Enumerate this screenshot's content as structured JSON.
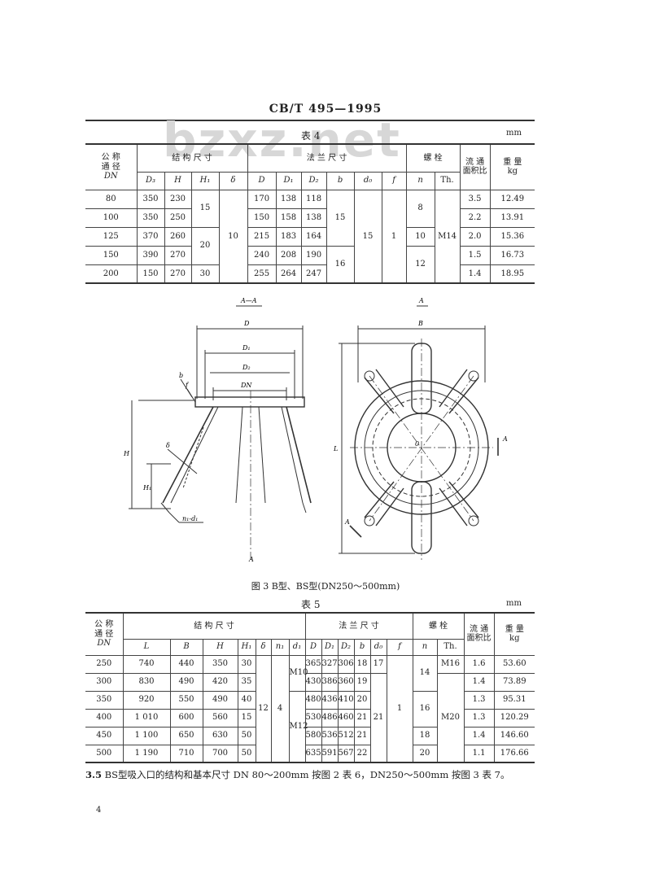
{
  "header": {
    "doc_code": "CB/T 495—1995"
  },
  "watermark": "bzxz.net",
  "table4": {
    "caption": "表 4",
    "unit": "mm",
    "head": {
      "dn1": "公 称",
      "dn2": "通 径",
      "dn3": "DN",
      "struct": "结 构 尺 寸",
      "flange": "法 兰 尺 寸",
      "bolt": "螺 栓",
      "flow1": "流 通",
      "flow2": "面积比",
      "weight1": "重 量",
      "weight2": "kg",
      "cols": {
        "D3": "D₃",
        "H": "H",
        "H1": "H₁",
        "delta": "δ",
        "D": "D",
        "D1": "D₁",
        "D2": "D₂",
        "b": "b",
        "d0": "d₀",
        "f": "f",
        "n": "n",
        "th": "Th."
      }
    },
    "rows": [
      {
        "dn": "80",
        "D3": "350",
        "H": "230",
        "D": "170",
        "D1": "138",
        "D2": "118",
        "ratio": "3.5",
        "w": "12.49"
      },
      {
        "dn": "100",
        "D3": "350",
        "H": "250",
        "D": "150",
        "D1": "158",
        "D2": "138",
        "ratio": "2.2",
        "w": "13.91"
      },
      {
        "dn": "125",
        "D3": "370",
        "H": "260",
        "D": "215",
        "D1": "183",
        "D2": "164",
        "ratio": "2.0",
        "w": "15.36"
      },
      {
        "dn": "150",
        "D3": "390",
        "H": "270",
        "D": "240",
        "D1": "208",
        "D2": "190",
        "ratio": "1.5",
        "w": "16.73"
      },
      {
        "dn": "200",
        "D3": "150",
        "H": "270",
        "D": "255",
        "D1": "264",
        "D2": "247",
        "ratio": "1.4",
        "w": "18.95"
      }
    ],
    "merged": {
      "H1_a": "15",
      "H1_b": "20",
      "H1_c": "30",
      "delta": "10",
      "b_a": "15",
      "b_b": "16",
      "d0": "15",
      "f": "1",
      "n_a": "8",
      "n_b": "10",
      "n_c": "12",
      "th": "M14"
    }
  },
  "figure": {
    "left_label": "A—A",
    "right_label": "A",
    "dims": {
      "D": "D",
      "D1": "D₁",
      "D2": "D₂",
      "DN": "DN",
      "H": "H",
      "H1": "H₁",
      "b": "b",
      "f": "f",
      "delta": "δ",
      "nd": "n₁-d₁",
      "B": "B",
      "L": "L",
      "A": "A",
      "o": "0"
    },
    "caption": "图 3   B型、BS型(DN250～500mm)"
  },
  "table5": {
    "caption": "表 5",
    "unit": "mm",
    "head": {
      "dn1": "公 称",
      "dn2": "通 径",
      "dn3": "DN",
      "struct": "结 构 尺 寸",
      "flange": "法 兰 尺 寸",
      "bolt": "螺 栓",
      "flow1": "流 通",
      "flow2": "面积比",
      "weight1": "重 量",
      "weight2": "kg",
      "cols": {
        "L": "L",
        "B": "B",
        "H": "H",
        "H1": "H₁",
        "delta": "δ",
        "n1": "n₁",
        "d1": "d₁",
        "D": "D",
        "D1": "D₁",
        "D2": "D₂",
        "b": "b",
        "d0": "d₀",
        "f": "f",
        "n": "n",
        "th": "Th."
      }
    },
    "rows": [
      {
        "dn": "250",
        "L": "740",
        "B": "440",
        "H": "350",
        "H1": "30",
        "D": "365",
        "D1": "327",
        "D2": "306",
        "b": "18",
        "ratio": "1.6",
        "w": "53.60"
      },
      {
        "dn": "300",
        "L": "830",
        "B": "490",
        "H": "420",
        "H1": "35",
        "D": "430",
        "D1": "386",
        "D2": "360",
        "b": "19",
        "ratio": "1.4",
        "w": "73.89"
      },
      {
        "dn": "350",
        "L": "920",
        "B": "550",
        "H": "490",
        "H1": "40",
        "D": "480",
        "D1": "436",
        "D2": "410",
        "b": "20",
        "ratio": "1.3",
        "w": "95.31"
      },
      {
        "dn": "400",
        "L": "1 010",
        "B": "600",
        "H": "560",
        "H1": "15",
        "D": "530",
        "D1": "486",
        "D2": "460",
        "b": "21",
        "ratio": "1.3",
        "w": "120.29"
      },
      {
        "dn": "450",
        "L": "1 100",
        "B": "650",
        "H": "630",
        "H1": "50",
        "D": "580",
        "D1": "536",
        "D2": "512",
        "b": "21",
        "ratio": "1.4",
        "w": "146.60"
      },
      {
        "dn": "500",
        "L": "1 190",
        "B": "710",
        "H": "700",
        "H1": "50",
        "D": "635",
        "D1": "591",
        "D2": "567",
        "b": "22",
        "ratio": "1.1",
        "w": "176.66"
      }
    ],
    "merged": {
      "delta": "12",
      "n1": "4",
      "d1_a": "M10",
      "d1_b": "M12",
      "d0_a": "17",
      "d0_b": "21",
      "f": "1",
      "n_a": "14",
      "n_b": "16",
      "n_c": "18",
      "n_d": "20",
      "th_a": "M16",
      "th_b": "M20"
    }
  },
  "note": {
    "num": "3.5",
    "text": "BS型吸入口的结构和基本尺寸 DN 80～200mm 按图 2 表 6，DN250～500mm 按图 3 表 7。"
  },
  "page_number": "4"
}
